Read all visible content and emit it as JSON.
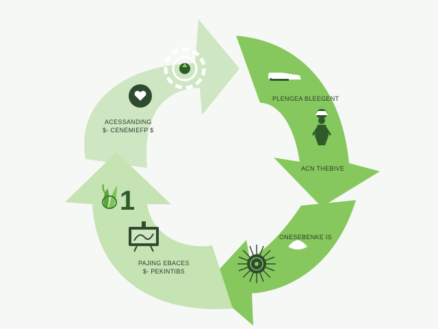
{
  "colors": {
    "background": "#f6f8f5",
    "light_green": "#cfe6c2",
    "mid_green": "#b8de9e",
    "bright_green": "#86c85d",
    "dark_green": "#2f5a2a",
    "text": "#2d3a2c"
  },
  "segments": [
    {
      "id": "top-left",
      "color": "light_green",
      "icons": [
        "ornament-icon",
        "heart-badge-icon"
      ],
      "lines": [
        "ACESSANDING",
        "$- CENEMIEFP $"
      ]
    },
    {
      "id": "top-right",
      "color": "bright_green",
      "icons": [
        "tool-icon"
      ],
      "lines": [
        "PLENGEA BLEEGENT"
      ]
    },
    {
      "id": "right",
      "color": "bright_green",
      "icons": [
        "person-icon"
      ],
      "lines": [
        "ACN THEBIVE"
      ]
    },
    {
      "id": "bottom-right",
      "color": "mid_green",
      "icons": [
        "lotus-icon",
        "sunburst-icon"
      ],
      "lines": [
        "ONESEBENKE IS"
      ]
    },
    {
      "id": "bottom-left",
      "color": "light_green",
      "icons": [
        "sprout-number-icon",
        "easel-chart-icon"
      ],
      "lines": [
        "PAJING EBACES",
        "$- PEKINTIBS"
      ]
    }
  ],
  "badge_number": "1"
}
